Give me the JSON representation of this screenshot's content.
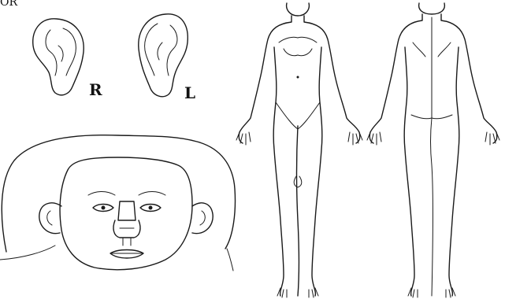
{
  "top_left_fragment": "OR",
  "ears": {
    "right_label": "R",
    "left_label": "L"
  },
  "figures": {
    "head": "infant-head-face-view",
    "front": "body-front-view",
    "back": "body-back-view"
  }
}
